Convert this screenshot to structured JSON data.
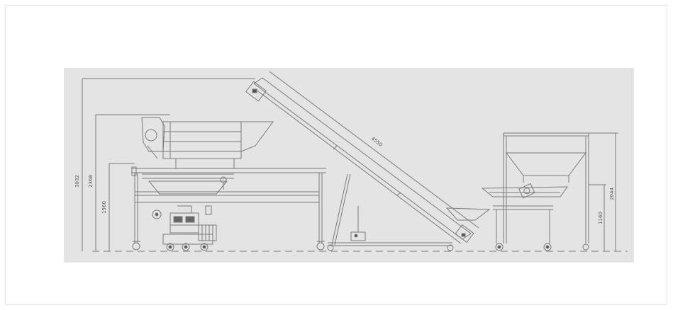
{
  "dimensions": {
    "overall_height": "3032",
    "hopper_height": "2368",
    "frame_height": "1560",
    "conveyor_length": "4550",
    "right_frame_height": "2044",
    "right_table_height": "1160"
  },
  "colors": {
    "background": "#e4e4e4",
    "line": "#7a7a7a",
    "dark": "#444444"
  }
}
